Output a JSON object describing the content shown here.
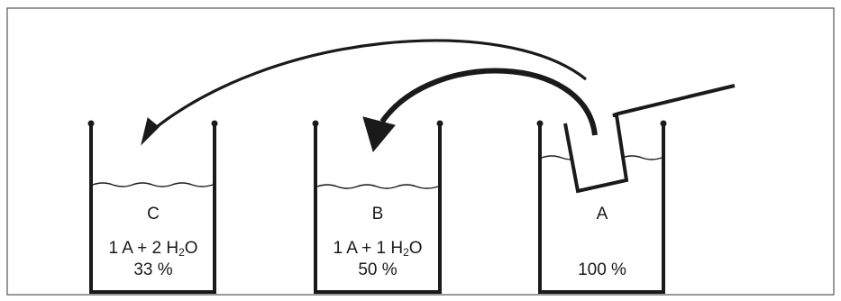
{
  "beakers": [
    {
      "letter": "C",
      "mix": {
        "prefix": "1 A + 2 H",
        "sub": "2",
        "suffix": "O"
      },
      "percent": "33 %"
    },
    {
      "letter": "B",
      "mix": {
        "prefix": "1 A + 1 H",
        "sub": "2",
        "suffix": "O"
      },
      "percent": "50 %"
    },
    {
      "letter": "A",
      "mix": null,
      "percent": "100 %"
    }
  ],
  "colors": {
    "stroke": "#1a1a1a",
    "background": "#ffffff"
  }
}
